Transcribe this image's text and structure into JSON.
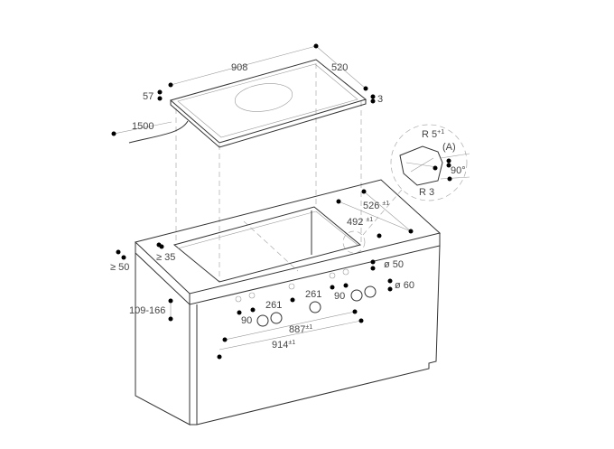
{
  "hob": {
    "width": "908",
    "depth": "520",
    "height": "57",
    "frame": "3",
    "cable": "1500"
  },
  "cutout": {
    "depth_outer": "526",
    "depth_inner": "492",
    "tolerance": "±1",
    "front_min": "≥ 35",
    "rear_min": "≥ 50",
    "width_inner": "887",
    "width_outer": "914"
  },
  "controls": {
    "spacing_a": "261",
    "spacing_b": "261",
    "offset_left": "90",
    "offset_right": "90",
    "hole_dia": "ø 50",
    "knob_dia": "ø 60",
    "height_range": "109-166"
  },
  "detail": {
    "radius_top": "R 5",
    "radius_top_tol": "+1",
    "marker": "(A)",
    "angle": "90°",
    "radius_bottom": "R 3"
  }
}
